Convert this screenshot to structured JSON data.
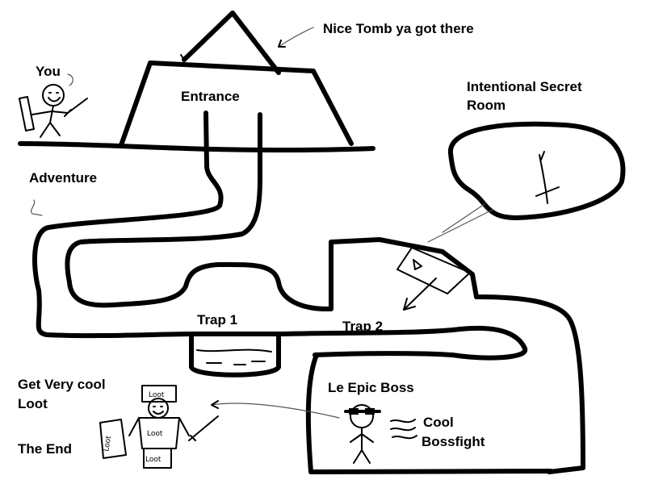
{
  "labels": {
    "you": "You",
    "nice_tomb": "Nice Tomb ya got there",
    "entrance": "Entrance",
    "secret_room_line1": "Intentional Secret",
    "secret_room_line2": "Room",
    "adventure": "Adventure",
    "trap1": "Trap 1",
    "trap2": "Trap 2",
    "boss": "Le Epic Boss",
    "cool_line1": "Cool",
    "cool_line2": "Bossfight",
    "loot_line1": "Get Very cool",
    "loot_line2": "Loot",
    "the_end": "The End"
  },
  "loot_tags": {
    "hat": "Loot",
    "chest": "Loot",
    "leg": "Loot",
    "card": "Loot"
  },
  "colors": {
    "ink": "#000000",
    "background": "#ffffff"
  }
}
